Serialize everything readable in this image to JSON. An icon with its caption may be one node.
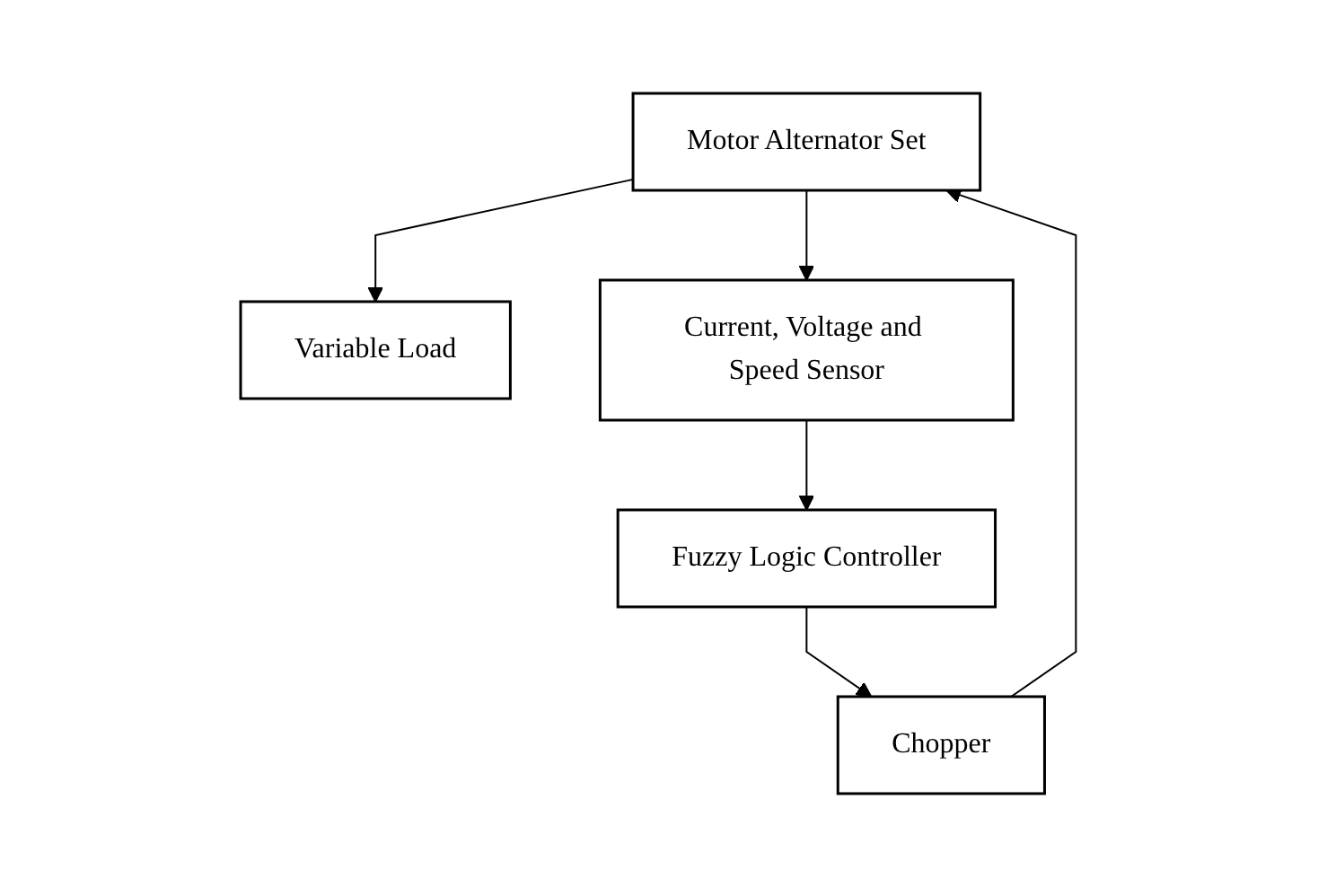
{
  "diagram": {
    "nodes": [
      {
        "text": [
          "Motor Alternator Set"
        ]
      },
      {
        "text": [
          "Variable Load"
        ]
      },
      {
        "text": [
          "Current, Voltage and Speed Sensor"
        ]
      },
      {
        "text": [
          "Fuzzy Logic Controller"
        ]
      },
      {
        "text": [
          "Chopper"
        ]
      }
    ],
    "edges": [
      {
        "from": 0,
        "to": 1,
        "arrow": "to"
      },
      {
        "from": 0,
        "to": 2,
        "arrow": "to"
      },
      {
        "from": 2,
        "to": 3,
        "arrow": "to"
      },
      {
        "from": 3,
        "to": 4,
        "arrow": "to"
      },
      {
        "from": 4,
        "to": 0,
        "arrow": "to"
      }
    ]
  }
}
